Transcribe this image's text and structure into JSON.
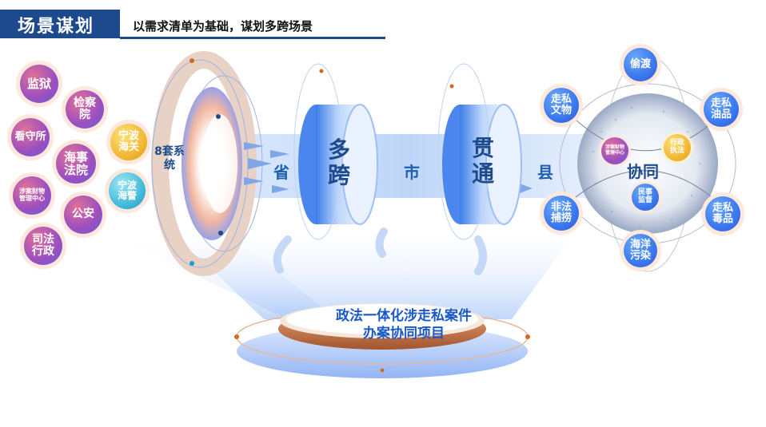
{
  "header": {
    "title": "场景谋划",
    "subtitle": "以需求清单为基础，谋划多跨场景"
  },
  "left_nodes": [
    {
      "label": "监狱",
      "style": "pink"
    },
    {
      "label": "检察\n院",
      "style": "pink"
    },
    {
      "label": "看守所",
      "style": "pink"
    },
    {
      "label": "海事\n法院",
      "style": "pink"
    },
    {
      "label": "涉案财物\n管理中心",
      "style": "pink"
    },
    {
      "label": "公安",
      "style": "pink"
    },
    {
      "label": "司法\n行政",
      "style": "pink"
    },
    {
      "label": "宁波\n海关",
      "style": "gold"
    },
    {
      "label": "宁波\n海警",
      "style": "teal"
    }
  ],
  "ring_label": "8套系\n统",
  "stages": {
    "province": "省",
    "multi": "多\n跨",
    "city": "市",
    "through": "贯\n通",
    "county": "县",
    "coop": "协同"
  },
  "right_nodes": [
    {
      "label": "偷渡"
    },
    {
      "label": "走私\n文物"
    },
    {
      "label": "走私\n油品"
    },
    {
      "label": "非法\n捕捞"
    },
    {
      "label": "走私\n毒品"
    },
    {
      "label": "海洋\n污染"
    }
  ],
  "sphere_nodes": [
    {
      "label": "涉案财物\n管理中心",
      "style": "pink"
    },
    {
      "label": "行政\n执法",
      "style": "gold"
    },
    {
      "label": "民事\n监督",
      "style": "blue"
    }
  ],
  "center": {
    "line1": "政法一体化涉走私案件",
    "line2": "办案协同项目"
  }
}
